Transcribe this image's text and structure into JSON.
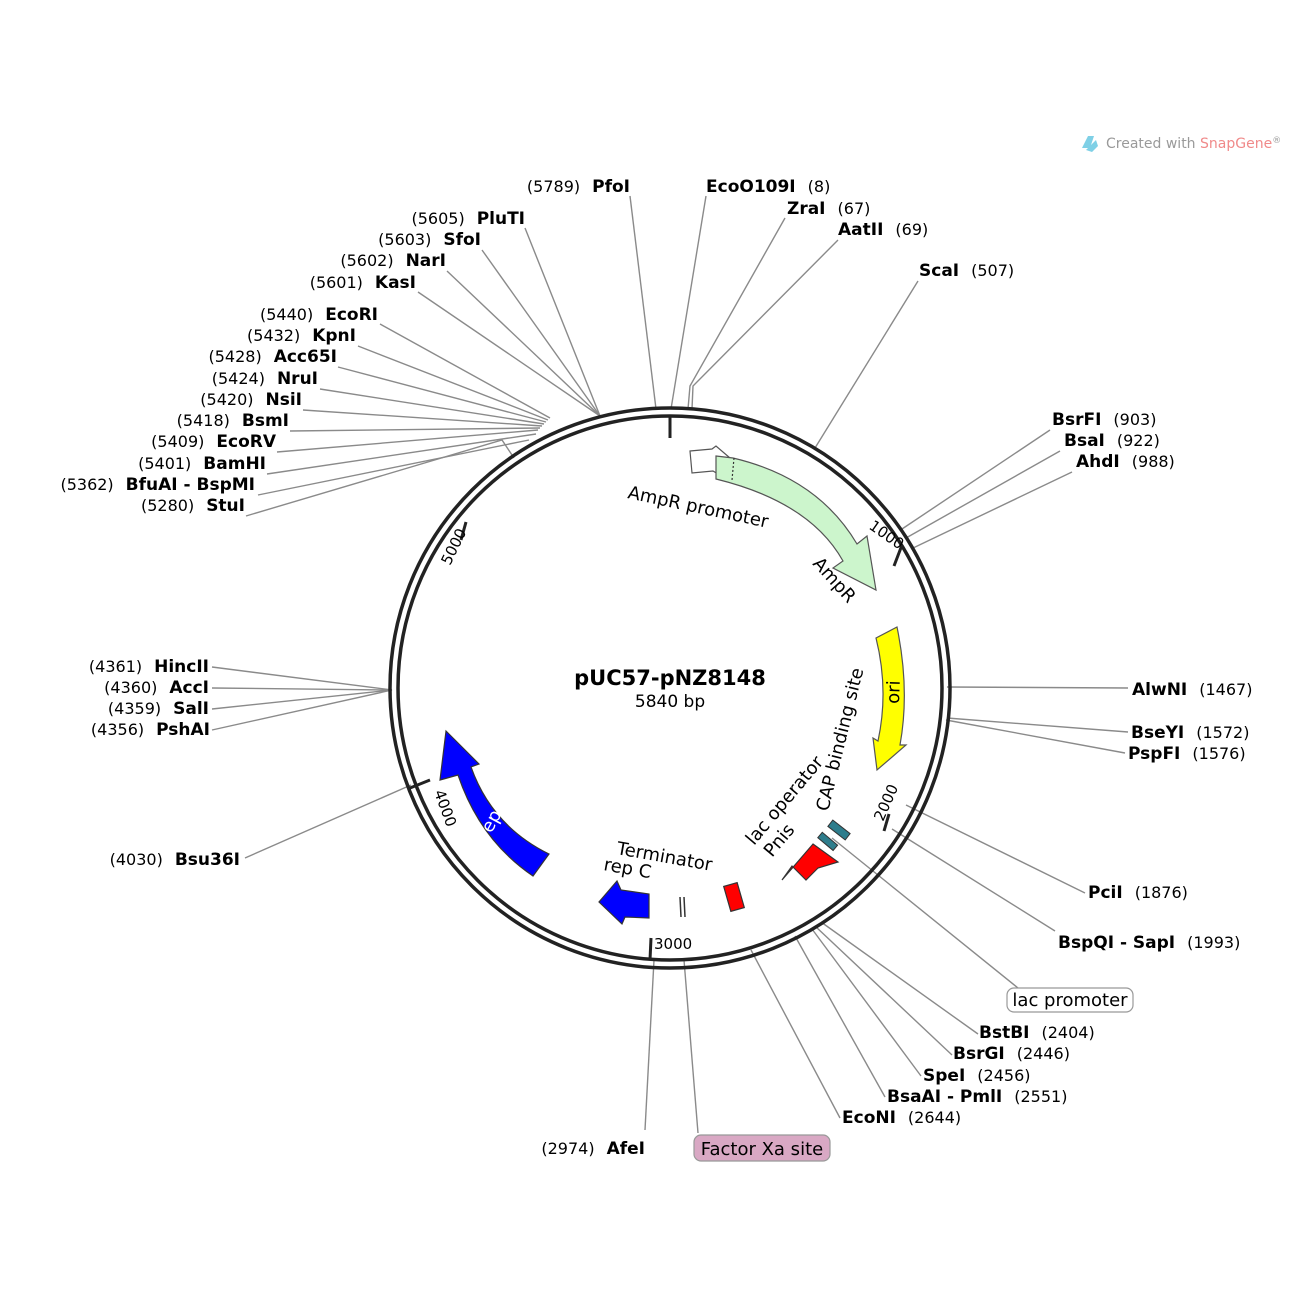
{
  "watermark": {
    "prefix": "Created with ",
    "brand": "SnapGene",
    "suffix": "®"
  },
  "plasmid": {
    "name": "pUC57-pNZ8148",
    "size_label": "5840 bp",
    "length_bp": 5840
  },
  "ticks": [
    "1000",
    "2000",
    "3000",
    "4000",
    "5000"
  ],
  "features": [
    {
      "label": "AmpR promoter",
      "color": "#ffffff",
      "kind": "promoter"
    },
    {
      "label": "AmpR",
      "color": "#ccf5cc",
      "kind": "cds"
    },
    {
      "label": "ori",
      "color": "#ffff00",
      "kind": "origin"
    },
    {
      "label": "CAP binding site",
      "color": "#2e7d8c",
      "kind": "site"
    },
    {
      "label": "lac operator",
      "color": "#2e7d8c",
      "kind": "site"
    },
    {
      "label": "Pnis",
      "color": "#ff0000",
      "kind": "promoter"
    },
    {
      "label": "Terminator",
      "color": "#ff0000",
      "kind": "terminator"
    },
    {
      "label": "rep C",
      "color": "#0000ff",
      "kind": "cds"
    },
    {
      "label": "repA",
      "color": "#0000ff",
      "kind": "cds"
    },
    {
      "label": "lac promoter",
      "color": "#ffffff",
      "kind": "boxed"
    },
    {
      "label": "Factor Xa site",
      "color": "#d9a8c4",
      "kind": "boxed"
    }
  ],
  "enzymes": [
    {
      "name": "PfoI",
      "pos": "(5789)"
    },
    {
      "name": "EcoO109I",
      "pos": "(8)"
    },
    {
      "name": "ZraI",
      "pos": "(67)"
    },
    {
      "name": "AatII",
      "pos": "(69)"
    },
    {
      "name": "ScaI",
      "pos": "(507)"
    },
    {
      "name": "PluTI",
      "pos": "(5605)"
    },
    {
      "name": "SfoI",
      "pos": "(5603)"
    },
    {
      "name": "NarI",
      "pos": "(5602)"
    },
    {
      "name": "KasI",
      "pos": "(5601)"
    },
    {
      "name": "EcoRI",
      "pos": "(5440)"
    },
    {
      "name": "KpnI",
      "pos": "(5432)"
    },
    {
      "name": "Acc65I",
      "pos": "(5428)"
    },
    {
      "name": "NruI",
      "pos": "(5424)"
    },
    {
      "name": "NsiI",
      "pos": "(5420)"
    },
    {
      "name": "BsmI",
      "pos": "(5418)"
    },
    {
      "name": "EcoRV",
      "pos": "(5409)"
    },
    {
      "name": "BamHI",
      "pos": "(5401)"
    },
    {
      "name": "BfuAI - BspMI",
      "pos": "(5362)"
    },
    {
      "name": "StuI",
      "pos": "(5280)"
    },
    {
      "name": "BsrFI",
      "pos": "(903)"
    },
    {
      "name": "BsaI",
      "pos": "(922)"
    },
    {
      "name": "AhdI",
      "pos": "(988)"
    },
    {
      "name": "AlwNI",
      "pos": "(1467)"
    },
    {
      "name": "BseYI",
      "pos": "(1572)"
    },
    {
      "name": "PspFI",
      "pos": "(1576)"
    },
    {
      "name": "PciI",
      "pos": "(1876)"
    },
    {
      "name": "BspQI - SapI",
      "pos": "(1993)"
    },
    {
      "name": "BstBI",
      "pos": "(2404)"
    },
    {
      "name": "BsrGI",
      "pos": "(2446)"
    },
    {
      "name": "SpeI",
      "pos": "(2456)"
    },
    {
      "name": "BsaAI - PmlI",
      "pos": "(2551)"
    },
    {
      "name": "EcoNI",
      "pos": "(2644)"
    },
    {
      "name": "AfeI",
      "pos": "(2974)"
    },
    {
      "name": "HincII",
      "pos": "(4361)"
    },
    {
      "name": "AccI",
      "pos": "(4360)"
    },
    {
      "name": "SalI",
      "pos": "(4359)"
    },
    {
      "name": "PshAI",
      "pos": "(4356)"
    },
    {
      "name": "Bsu36I",
      "pos": "(4030)"
    }
  ]
}
